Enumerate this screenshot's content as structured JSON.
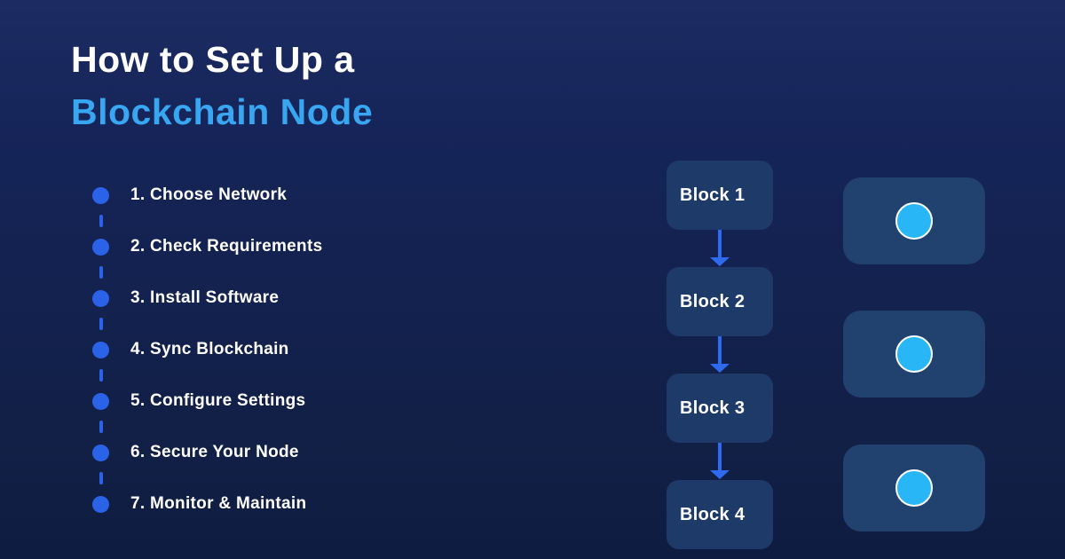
{
  "title": {
    "line1": "How to Set Up a",
    "line2": "Blockchain Node"
  },
  "steps": [
    {
      "label": "1. Choose Network"
    },
    {
      "label": "2. Check Requirements"
    },
    {
      "label": "3. Install Software"
    },
    {
      "label": "4. Sync Blockchain"
    },
    {
      "label": "5. Configure Settings"
    },
    {
      "label": "6. Secure Your Node"
    },
    {
      "label": "7. Monitor & Maintain"
    }
  ],
  "blockchain": {
    "blocks": [
      {
        "label": "Block 1"
      },
      {
        "label": "Block 2"
      },
      {
        "label": "Block 3"
      },
      {
        "label": "Block 4"
      }
    ]
  },
  "node_cards": [
    {
      "icon": "node-circle-icon"
    },
    {
      "icon": "node-circle-icon"
    },
    {
      "icon": "node-circle-icon"
    }
  ],
  "colors": {
    "background_top": "#1c2c62",
    "background_bottom": "#0f1c41",
    "title_white": "#ffffff",
    "title_blue": "#38a6f0",
    "step_dot_blue": "#2b63e8",
    "arrow_blue": "#2e6bf0",
    "block_fill": "#1d3a69",
    "card_fill": "#21416f",
    "node_circle_blue": "#29b6f6",
    "node_circle_ring": "#ffffff"
  }
}
